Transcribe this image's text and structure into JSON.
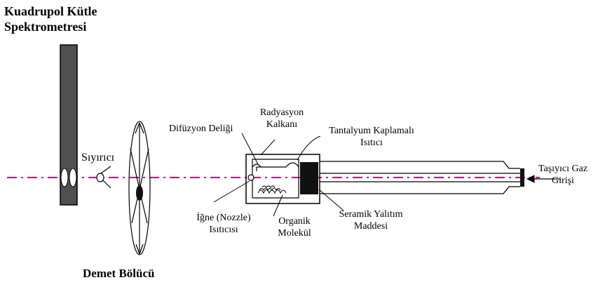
{
  "diagram": {
    "labels": {
      "qms": [
        "Kuadrupol Kütle",
        "Spektrometresi"
      ],
      "skimmer": "Sıyırıcı",
      "chopper": "Demet Bölücü",
      "diffusion_hole": "Difüzyon Deliği",
      "radiation_shield": [
        "Radyasyon",
        "Kalkanı"
      ],
      "tantalum_heater": [
        "Tantalyum Kaplamalı",
        "Isıtıcı"
      ],
      "carrier_gas": [
        "Taşıyıcı Gaz",
        "Girişi"
      ],
      "nozzle_heater": [
        "İğne (Nozzle)",
        "Isıtıcısı"
      ],
      "organic_molecule": [
        "Organik",
        "Molekül"
      ],
      "ceramic_insulation": [
        "Seramik Yalıtım",
        "Maddesi"
      ]
    },
    "colors": {
      "beam_axis": "#cc0088",
      "qms_rod": "#505050",
      "insulation": "#111111",
      "line": "#000000"
    }
  }
}
